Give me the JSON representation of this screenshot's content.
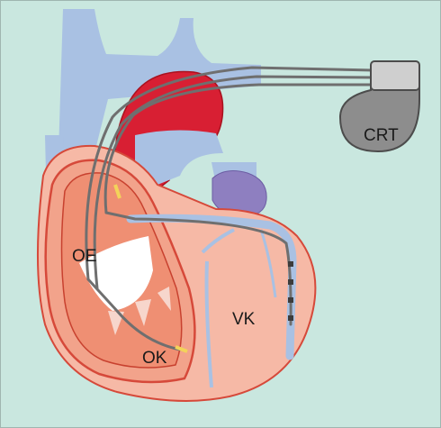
{
  "labels": {
    "device": "CRT",
    "right_atrium": "OE",
    "right_ventricle": "OK",
    "left_ventricle": "VK"
  },
  "colors": {
    "background": "#c9e7df",
    "border": "#9fb6b0",
    "vein_blue": "#a9c1e3",
    "aorta_red": "#d81f33",
    "heart_skin": "#f6b9a6",
    "heart_outline": "#d6493a",
    "heart_inner": "#ef8f73",
    "valve_white": "#ffffff",
    "pulmonary_purple": "#8e7fc0",
    "lead_gray": "#6f6f6f",
    "device_gray": "#8d8d8d",
    "lead_tip_yellow": "#f3d35a"
  }
}
